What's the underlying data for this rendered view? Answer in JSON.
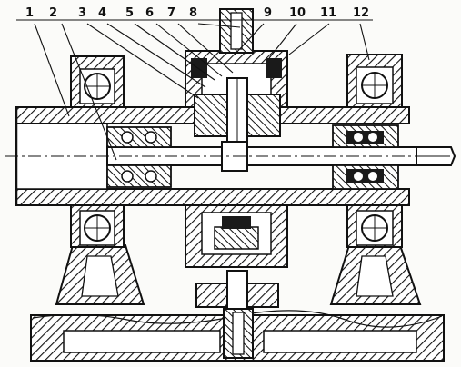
{
  "figure": {
    "callouts": [
      {
        "id": "c1",
        "text": "1"
      },
      {
        "id": "c2",
        "text": "2"
      },
      {
        "id": "c3",
        "text": "3"
      },
      {
        "id": "c4",
        "text": "4"
      },
      {
        "id": "c5",
        "text": "5"
      },
      {
        "id": "c6",
        "text": "6"
      },
      {
        "id": "c7",
        "text": "7"
      },
      {
        "id": "c8",
        "text": "8"
      },
      {
        "id": "c9",
        "text": "9"
      },
      {
        "id": "c10",
        "text": "10"
      },
      {
        "id": "c11",
        "text": "11"
      },
      {
        "id": "c12",
        "text": "12"
      }
    ]
  },
  "colors": {
    "ink": "#1a1a1a",
    "paper": "#fbfbf9"
  }
}
